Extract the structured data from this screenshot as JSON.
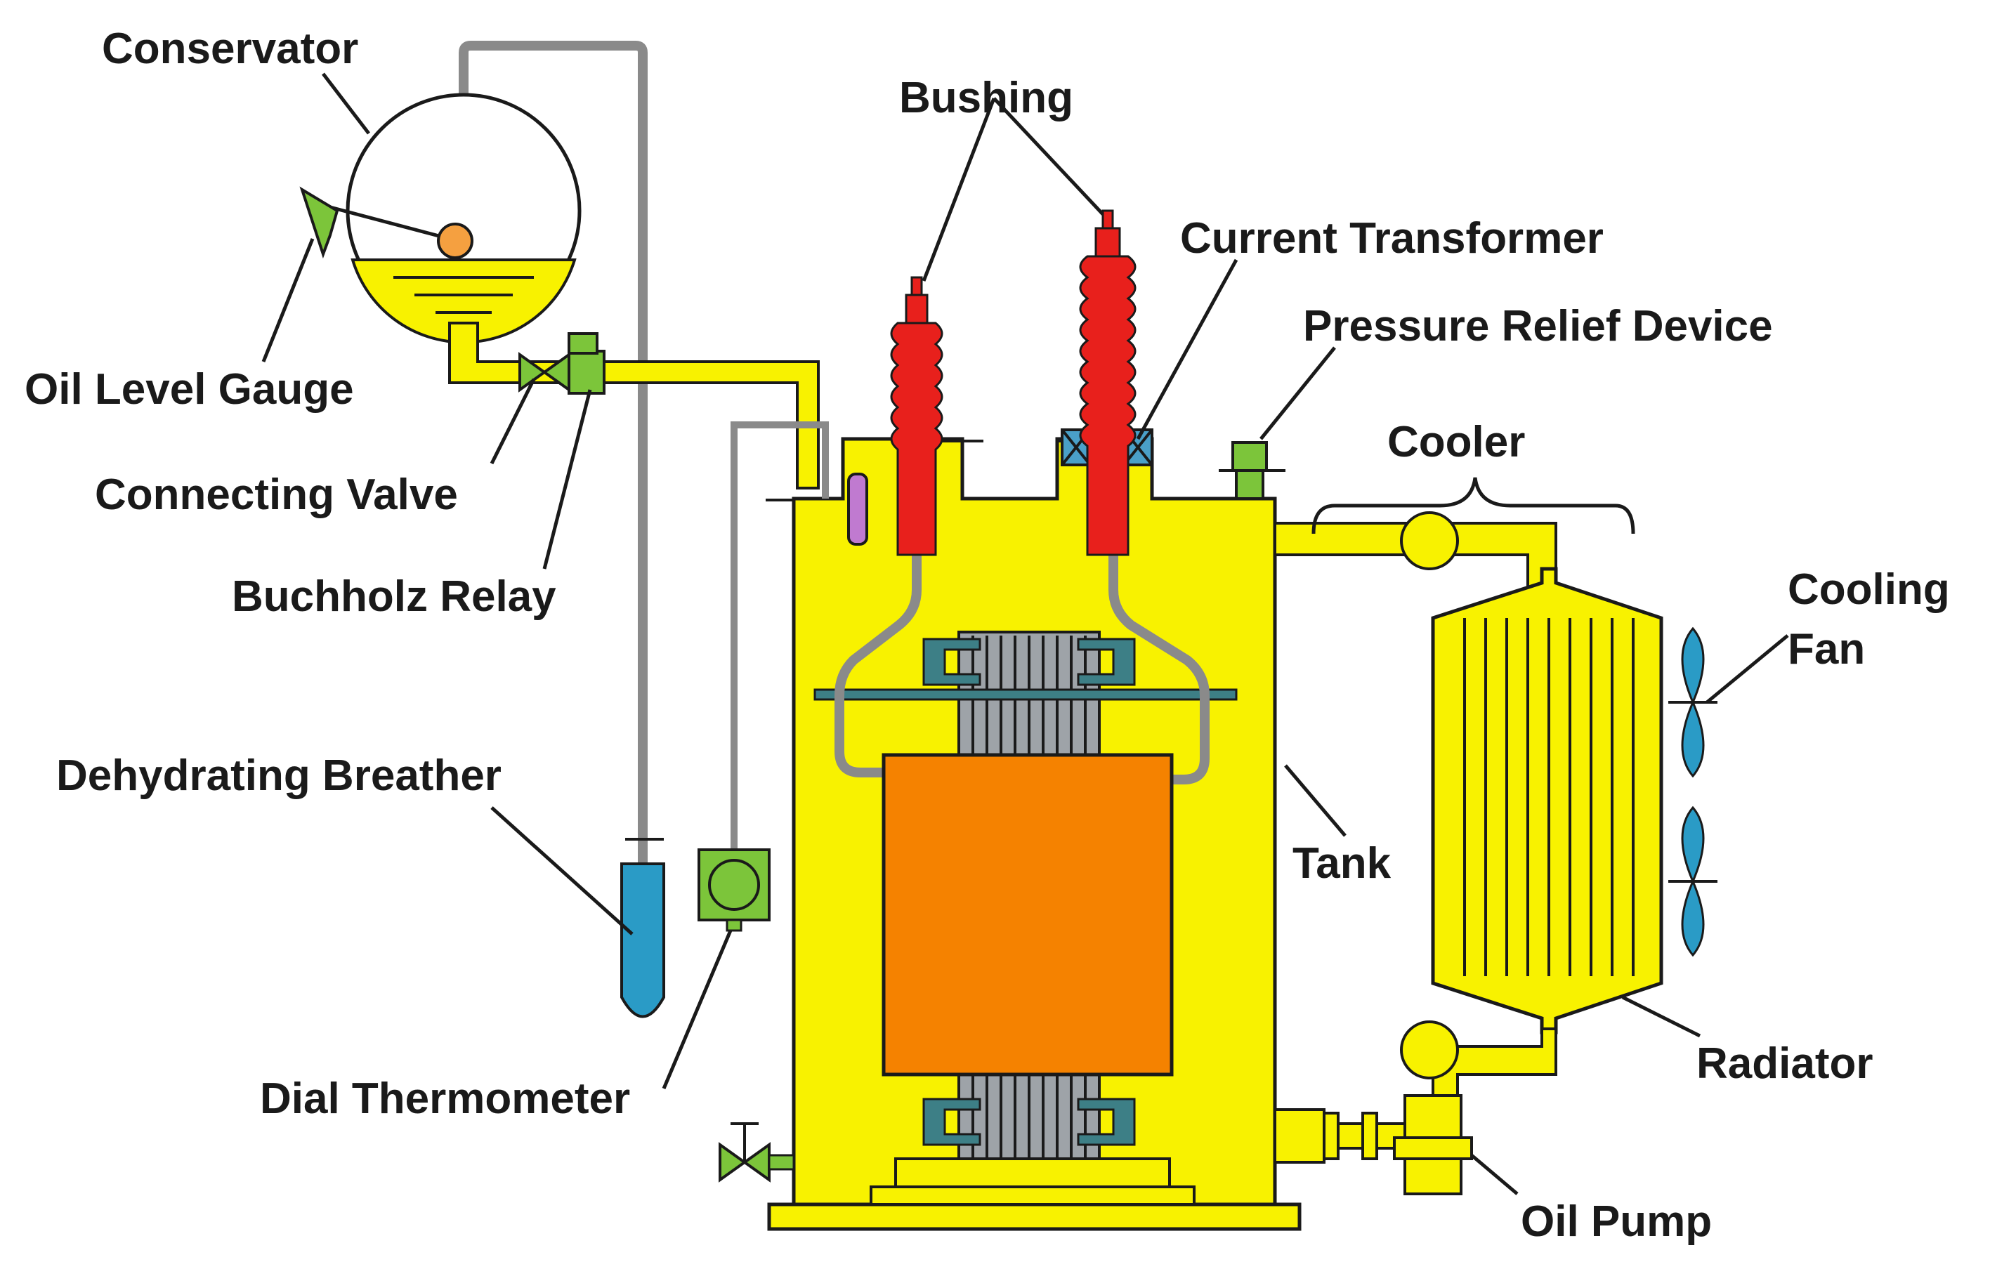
{
  "labels": {
    "conservator": "Conservator",
    "bushing": "Bushing",
    "current_transformer": "Current Transformer",
    "pressure_relief_device": "Pressure Relief Device",
    "cooler": "Cooler",
    "oil_level_gauge": "Oil Level Gauge",
    "connecting_valve": "Connecting Valve",
    "buchholz_relay": "Buchholz Relay",
    "cooling_fan_line1": "Cooling",
    "cooling_fan_line2": "Fan",
    "dehydrating_breather": "Dehydrating Breather",
    "tank": "Tank",
    "radiator": "Radiator",
    "dial_thermometer": "Dial Thermometer",
    "oil_pump": "Oil Pump"
  },
  "colors": {
    "oil": "#f8f200",
    "core_block": "#f58200",
    "bushing": "#e8201c",
    "fitting_green": "#7cc53a",
    "breather_blue": "#2a9bc6",
    "float_orange": "#f5a040",
    "pipe_gray": "#8a8a8a",
    "core_gray": "#9ea3a8",
    "clamp_teal": "#3d7f86",
    "relay_purple": "#c07ad0"
  }
}
